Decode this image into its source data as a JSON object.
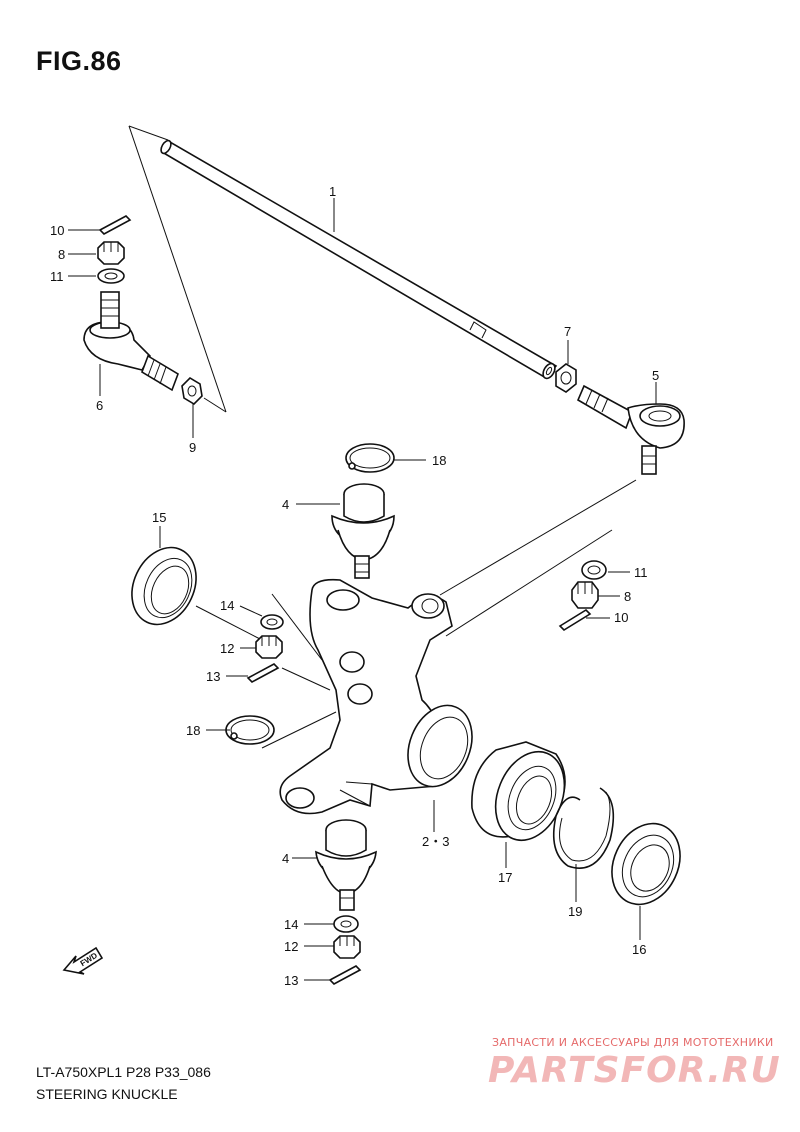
{
  "figure": {
    "title": "FIG.86"
  },
  "footer": {
    "code": "LT-A750XPL1 P28 P33_086",
    "name": "STEERING KNUCKLE"
  },
  "watermark": {
    "line1": "ЗАПЧАСТИ И АКСЕССУАРЫ ДЛЯ МОТОТЕХНИКИ",
    "line2": "PARTSFOR.RU"
  },
  "direction_tag": "FWD",
  "callouts": [
    {
      "id": "c1",
      "label": "1"
    },
    {
      "id": "c10a",
      "label": "10"
    },
    {
      "id": "c8a",
      "label": "8"
    },
    {
      "id": "c11a",
      "label": "11"
    },
    {
      "id": "c6",
      "label": "6"
    },
    {
      "id": "c9",
      "label": "9"
    },
    {
      "id": "c7",
      "label": "7"
    },
    {
      "id": "c5",
      "label": "5"
    },
    {
      "id": "c18a",
      "label": "18"
    },
    {
      "id": "c4a",
      "label": "4"
    },
    {
      "id": "c15",
      "label": "15"
    },
    {
      "id": "c11b",
      "label": "11"
    },
    {
      "id": "c8b",
      "label": "8"
    },
    {
      "id": "c10b",
      "label": "10"
    },
    {
      "id": "c14a",
      "label": "14"
    },
    {
      "id": "c12a",
      "label": "12"
    },
    {
      "id": "c13a",
      "label": "13"
    },
    {
      "id": "c18b",
      "label": "18"
    },
    {
      "id": "c23",
      "label": "2・3"
    },
    {
      "id": "c17",
      "label": "17"
    },
    {
      "id": "c19",
      "label": "19"
    },
    {
      "id": "c16",
      "label": "16"
    },
    {
      "id": "c4b",
      "label": "4"
    },
    {
      "id": "c14b",
      "label": "14"
    },
    {
      "id": "c12b",
      "label": "12"
    },
    {
      "id": "c13b",
      "label": "13"
    }
  ]
}
